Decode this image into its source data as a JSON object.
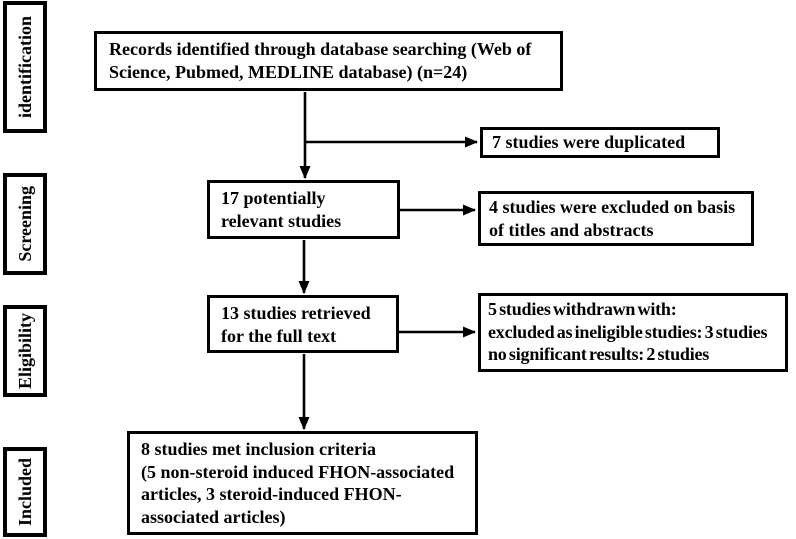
{
  "figure": {
    "type": "prisma-flowchart",
    "background": "#ffffff",
    "line_color": "#000000"
  },
  "sidebar": {
    "identification": "identification",
    "screening": "Screening",
    "eligibility": "Eligibility",
    "included": "Included"
  },
  "boxes": {
    "records": "Records identified through database searching (Web of\nScience, Pubmed, MEDLINE database) (n=24)",
    "duplicated": "7 studies were duplicated",
    "relevant": "17 potentially\nrelevant studies",
    "excluded_titles": "4 studies were excluded on basis\nof titles and abstracts",
    "retrieved": "13 studies retrieved\nfor the full text",
    "withdrawn": "5 studies withdrawn with:\nexcluded as ineligible studies: 3 studies\nno significant results: 2 studies",
    "included": "8 studies met inclusion criteria\n(5 non-steroid induced FHON-associated\narticles, 3 steroid-induced FHON-\nassociated articles)"
  },
  "flow_counts": {
    "records_identified": 24,
    "duplicated": 7,
    "potentially_relevant": 17,
    "excluded_on_titles_abstracts": 4,
    "full_text_retrieved": 13,
    "withdrawn_total": 5,
    "withdrawn_ineligible": 3,
    "withdrawn_no_significant_results": 2,
    "met_inclusion_criteria": 8,
    "non_steroid_induced_articles": 5,
    "steroid_induced_articles": 3
  }
}
